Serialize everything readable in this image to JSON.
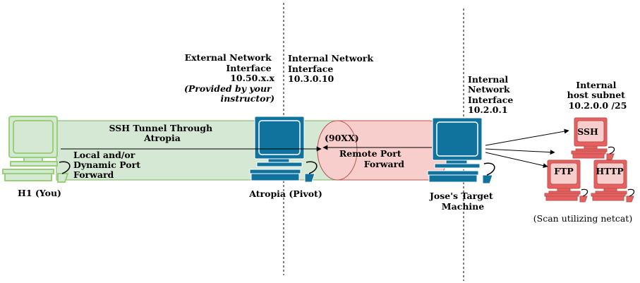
{
  "labels": {
    "h1": "H1 (You)",
    "ssh_tunnel": [
      "SSH Tunnel Through",
      "Atropia"
    ],
    "local_forward": [
      "Local and/or",
      "Dynamic Port",
      "Forward"
    ],
    "external_iface": [
      "External Network",
      "Interface",
      "10.50.x.x"
    ],
    "external_note": [
      "(Provided by your",
      "instructor)"
    ],
    "internal_iface_pivot": [
      "Internal Network",
      "Interface",
      "10.3.0.10"
    ],
    "port_label": "(90XX)",
    "remote_forward": [
      "Remote Port",
      "Forward"
    ],
    "pivot": "Atropia (Pivot)",
    "target": [
      "Jose's Target",
      "Machine"
    ],
    "internal_iface_target": [
      "Internal",
      "Network",
      "Interface",
      "10.2.0.1"
    ],
    "subnet": [
      "Internal",
      "host subnet",
      "10.2.0.0 /25"
    ],
    "svc_ssh": "SSH",
    "svc_ftp": "FTP",
    "svc_http": "HTTP",
    "scan_note": "(Scan utilizing netcat)"
  },
  "colors": {
    "tunnel_fill": "#d5e8d4",
    "tunnel_stroke": "#82b366",
    "remote_fill": "#f8cecc",
    "remote_stroke": "#b85450",
    "pc_green": "#97d077",
    "pc_blue": "#10739e",
    "pc_red": "#e85f5f"
  }
}
